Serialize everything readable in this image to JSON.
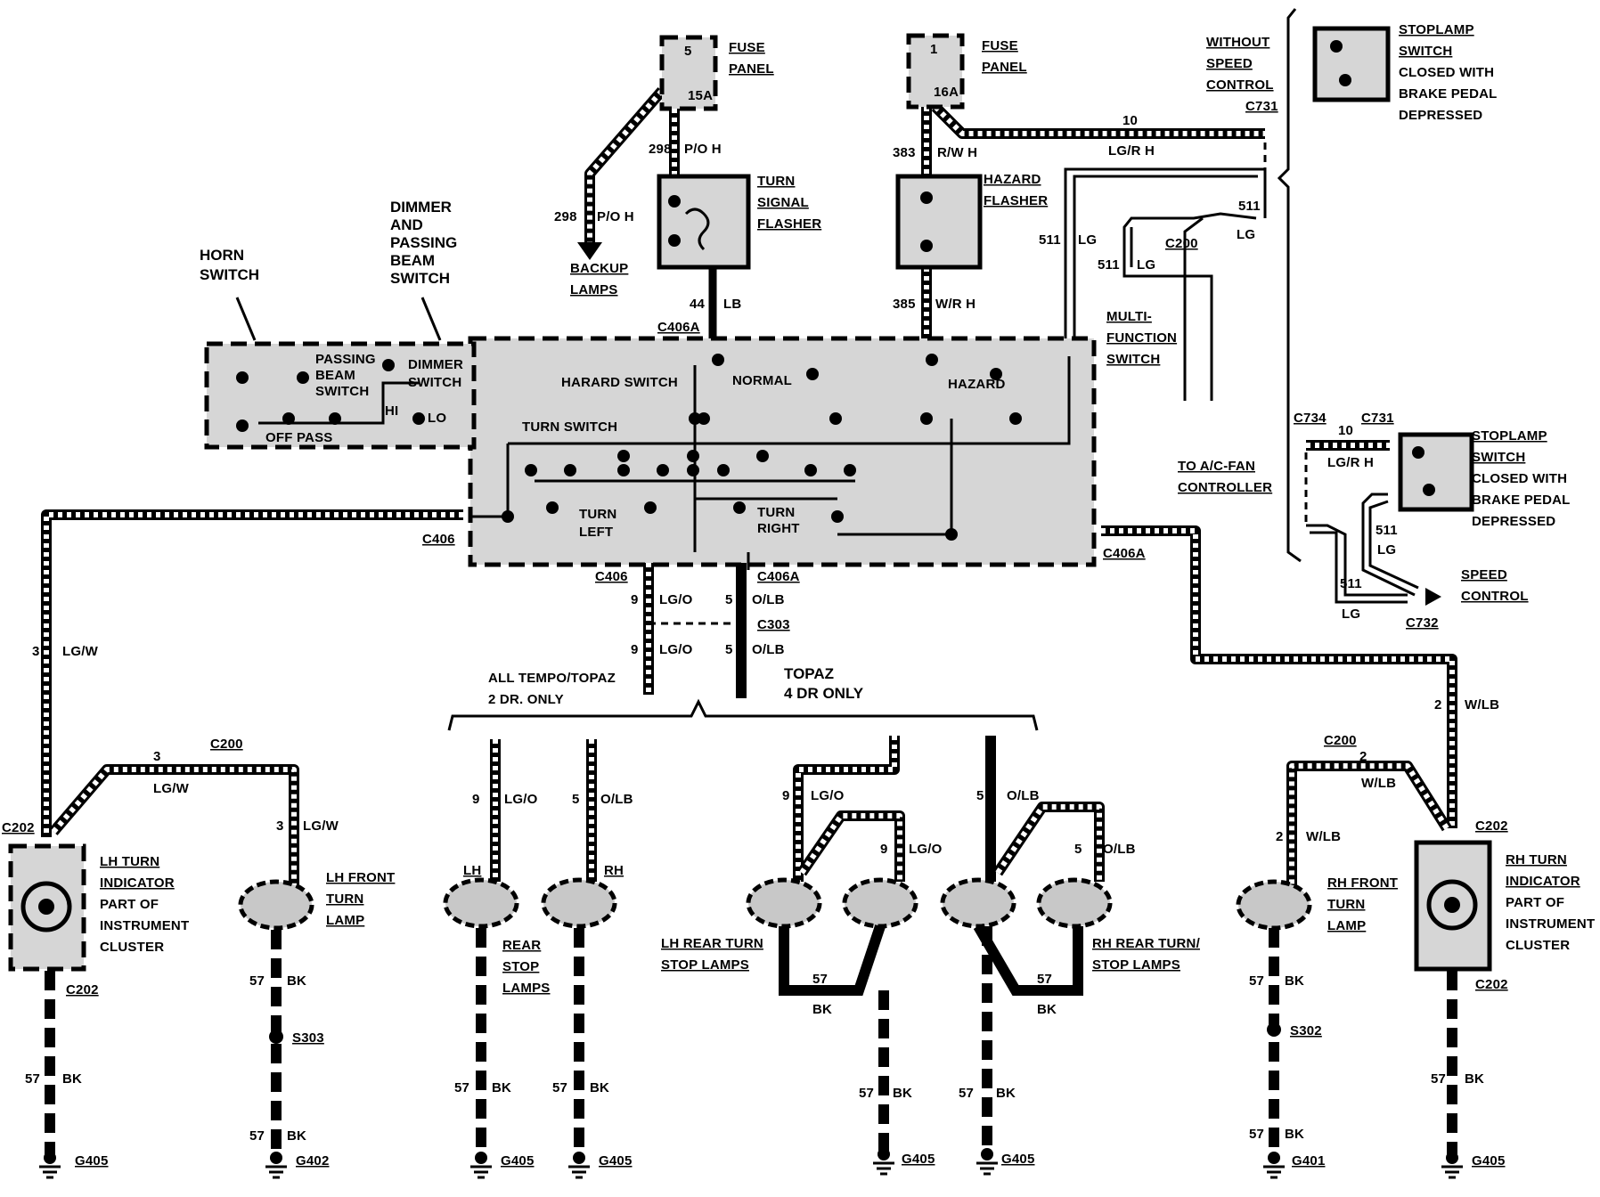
{
  "fuse1": {
    "num": "5",
    "amp": "15A",
    "label1": "FUSE",
    "label2": "PANEL"
  },
  "fuse2": {
    "num": "1",
    "amp": "16A",
    "label1": "FUSE",
    "label2": "PANEL"
  },
  "turn_flasher": [
    "TURN",
    "SIGNAL",
    "FLASHER"
  ],
  "hazard_flasher": [
    "HAZARD",
    "FLASHER"
  ],
  "backup": {
    "circuit": "298",
    "color": "P/O H",
    "circuit2": "298",
    "color2": "P/O H",
    "label1": "BACKUP",
    "label2": "LAMPS"
  },
  "w383": {
    "circuit": "383",
    "color": "R/W H"
  },
  "w10": {
    "circuit": "10",
    "color": "LG/R H"
  },
  "w44": {
    "circuit": "44",
    "color": "LB",
    "conn": "C406A"
  },
  "w385": {
    "circuit": "385",
    "color": "W/R H"
  },
  "w511": {
    "c1": "511",
    "c1color": "LG",
    "c2": "511",
    "c2color": "LG",
    "c3": "511",
    "c3color": "LG",
    "conn": "C200"
  },
  "without_speed": [
    "WITHOUT",
    "SPEED",
    "CONTROL",
    "C731"
  ],
  "stoplamp_top": [
    "STOPLAMP",
    "SWITCH",
    "CLOSED WITH",
    "BRAKE PEDAL",
    "DEPRESSED"
  ],
  "stoplamp_right": [
    "STOPLAMP",
    "SWITCH",
    "CLOSED WITH",
    "BRAKE PEDAL",
    "DEPRESSED"
  ],
  "speed_ctrl": {
    "c734": "C734",
    "c731": "C731",
    "w10": "10",
    "w10color": "LG/R H",
    "w511a": "511",
    "w511acolor": "LG",
    "w511b": "511",
    "w511bcolor": "LG",
    "conn": "C732",
    "label1": "SPEED",
    "label2": "CONTROL"
  },
  "horn": [
    "HORN",
    "SWITCH"
  ],
  "dimmer_pass": [
    "DIMMER",
    "AND",
    "PASSING",
    "BEAM",
    "SWITCH"
  ],
  "mfs": {
    "label": [
      "MULTI-",
      "FUNCTION",
      "SWITCH"
    ],
    "passing": [
      "PASSING",
      "BEAM",
      "SWITCH"
    ],
    "dimmer": [
      "DIMMER",
      "SWITCH"
    ],
    "off_pass": "OFF PASS",
    "hi": "HI",
    "lo": "LO",
    "hazard_switch": "HARARD SWITCH",
    "normal": "NORMAL",
    "hazard": "HAZARD",
    "turn_switch": "TURN SWITCH",
    "turn_left": [
      "TURN",
      "LEFT"
    ],
    "turn_right": [
      "TURN",
      "RIGHT"
    ]
  },
  "to_ac": [
    "TO A/C-FAN",
    "CONTROLLER"
  ],
  "left_conn": "C406",
  "right_conn": "C406A",
  "bottom_conns": {
    "c406": "C406",
    "c406a": "C406A",
    "c303": "C303",
    "w9a": "9",
    "w9acolor": "LG/O",
    "w5a": "5",
    "w5acolor": "O/LB",
    "w9b": "9",
    "w9bcolor": "LG/O",
    "w5b": "5",
    "w5bcolor": "O/LB"
  },
  "all_tempo": [
    "ALL TEMPO/TOPAZ",
    "2 DR. ONLY"
  ],
  "topaz4": [
    "TOPAZ",
    "4 DR ONLY"
  ],
  "left_side": {
    "w3": "3",
    "w3color": "LG/W",
    "c200": "C200",
    "w3b": "3",
    "w3bcolor": "LG/W",
    "w3c": "3",
    "w3ccolor": "LG/W",
    "c202": "C202",
    "c202b": "C202"
  },
  "lh_indicator": [
    "LH TURN",
    "INDICATOR",
    "PART OF",
    "INSTRUMENT",
    "CLUSTER"
  ],
  "lh_front": [
    "LH FRONT",
    "TURN",
    "LAMP"
  ],
  "rh_indicator": [
    "RH TURN",
    "INDICATOR",
    "PART OF",
    "INSTRUMENT",
    "CLUSTER"
  ],
  "rh_front": [
    "RH FRONT",
    "TURN",
    "LAMP"
  ],
  "right_side": {
    "w2": "2",
    "w2color": "W/LB",
    "c200": "C200",
    "w2b": "2",
    "w2bcolor": "W/LB",
    "w2c": "2",
    "w2ccolor": "W/LB",
    "c202": "C202",
    "c202b": "C202"
  },
  "rear": {
    "lh": "LH",
    "rh": "RH",
    "label": [
      "REAR",
      "STOP",
      "LAMPS"
    ],
    "w9": "9",
    "w9color": "LG/O",
    "w5": "5",
    "w5color": "O/LB"
  },
  "lh_rear": {
    "label": [
      "LH REAR TURN",
      "STOP LAMPS"
    ],
    "w9": "9",
    "w9color": "LG/O",
    "w9b": "9",
    "w9bcolor": "LG/O",
    "w57": "57",
    "w57color": "BK"
  },
  "rh_rear": {
    "label": [
      "RH REAR TURN/",
      "STOP LAMPS"
    ],
    "w5": "5",
    "w5color": "O/LB",
    "w5b": "5",
    "w5bcolor": "O/LB",
    "w57": "57",
    "w57color": "BK"
  },
  "grounds": {
    "g1": {
      "w": "57",
      "c": "BK",
      "g": "G405"
    },
    "g2": {
      "w1": "57",
      "c1": "BK",
      "s": "S303",
      "w2": "57",
      "c2": "BK",
      "g": "G402"
    },
    "g3": {
      "w": "57",
      "c": "BK",
      "g": "G405"
    },
    "g4": {
      "w": "57",
      "c": "BK",
      "g": "G405"
    },
    "g5": {
      "w": "57",
      "c": "BK",
      "g": "G405"
    },
    "g6": {
      "w": "57",
      "c": "BK",
      "g": "G405"
    },
    "g7": {
      "w1": "57",
      "c1": "BK",
      "s": "S302",
      "w2": "57",
      "c2": "BK",
      "g": "G401"
    },
    "g8": {
      "w": "57",
      "c": "BK",
      "g": "G405"
    }
  }
}
